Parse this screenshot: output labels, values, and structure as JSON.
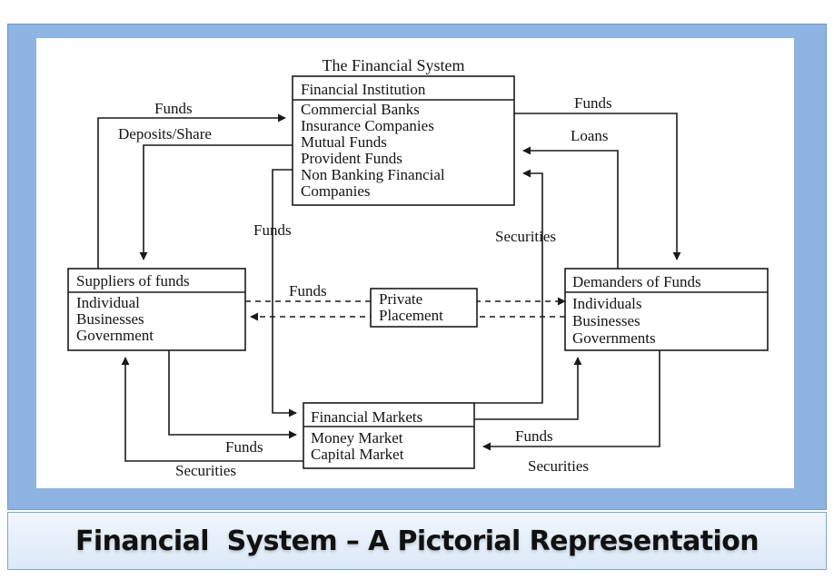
{
  "diagram_title": "The Financial System",
  "banner_title": "Financial  System – A Pictorial Representation",
  "institution": {
    "title": "Financial Institution",
    "items": [
      "Commercial Banks",
      "Insurance Companies",
      "Mutual Funds",
      "Provident Funds",
      "Non Banking Financial",
      "Companies"
    ]
  },
  "suppliers": {
    "title": "Suppliers of funds",
    "items": [
      "Individual",
      "Businesses",
      "Government"
    ]
  },
  "demanders": {
    "title": "Demanders of Funds",
    "items": [
      "Individuals",
      "Businesses",
      "Governments"
    ]
  },
  "private_placement": {
    "line1": "Private",
    "line2": "Placement"
  },
  "markets": {
    "title": "Financial Markets",
    "items": [
      "Money Market",
      "Capital Market"
    ]
  },
  "flow_labels": {
    "funds_top_left": "Funds",
    "deposits_share": "Deposits/Share",
    "funds_top_right": "Funds",
    "loans": "Loans",
    "funds_mid_left": "Funds",
    "securities_mid_right": "Securities",
    "funds_private": "Funds",
    "funds_bottom_left": "Funds",
    "securities_bottom_left": "Securities",
    "funds_bottom_right": "Funds",
    "securities_bottom_right": "Securities"
  }
}
